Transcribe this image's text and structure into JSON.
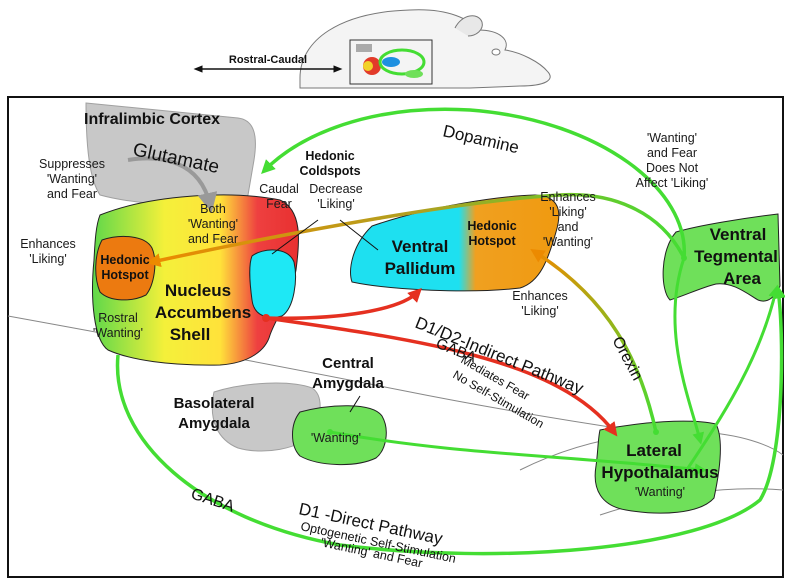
{
  "inset": {
    "axis_label": "Rostral-Caudal"
  },
  "regions": {
    "infralimbic_cortex": {
      "title": "Infralimbic Cortex",
      "transmitter": "Glutamate"
    },
    "suppresses": {
      "line1": "Suppresses",
      "line2": "'Wanting'",
      "line3": "and Fear"
    },
    "enhances_liking_left": {
      "line1": "Enhances",
      "line2": "'Liking'"
    },
    "nac_hotspot": {
      "line1": "Hedonic",
      "line2": "Hotspot"
    },
    "nac_both": {
      "line1": "Both",
      "line2": "'Wanting'",
      "line3": "and Fear"
    },
    "nac_caudal": {
      "line1": "Caudal",
      "line2": "Fear"
    },
    "nac_rostral": {
      "line1": "Rostral",
      "line2": "'Wanting'"
    },
    "nac_name": {
      "line1": "Nucleus",
      "line2": "Accumbens",
      "line3": "Shell"
    },
    "coldspots": {
      "line1": "Hedonic",
      "line2": "Coldspots"
    },
    "decrease_liking": {
      "line1": "Decrease",
      "line2": "'Liking'"
    },
    "dopamine": "Dopamine",
    "ventral_pallidum": {
      "line1": "Ventral",
      "line2": "Pallidum"
    },
    "vp_hotspot": {
      "line1": "Hedonic",
      "line2": "Hotspot"
    },
    "vp_enhances_both": {
      "line1": "Enhances",
      "line2": "'Liking'",
      "line3": "and",
      "line4": "'Wanting'"
    },
    "vp_enhances_liking": {
      "line1": "Enhances",
      "line2": "'Liking'"
    },
    "vta_note": {
      "line1": "'Wanting'",
      "line2": "and Fear",
      "line3": "Does Not",
      "line4": "Affect 'Liking'"
    },
    "vta": {
      "line1": "Ventral",
      "line2": "Tegmental",
      "line3": "Area"
    },
    "indirect_pathway": "D1/D2-Indirect Pathway",
    "gaba_indirect": "GABA",
    "orexin": "Orexin",
    "mediates_fear": {
      "line1": "Mediates Fear",
      "line2": "No Self-Stimulation"
    },
    "central_amygdala": {
      "line1": "Central",
      "line2": "Amygdala"
    },
    "basolateral_amygdala": {
      "line1": "Basolateral",
      "line2": "Amygdala"
    },
    "bla_wanting": "'Wanting'",
    "lateral_hypothalamus": {
      "line1": "Lateral",
      "line2": "Hypothalamus",
      "line3": "'Wanting'"
    },
    "gaba_direct": "GABA",
    "direct_pathway": {
      "line1": "D1 -Direct Pathway",
      "line2": "Optogenetic Self-Stimulation",
      "line3": "'Wanting' and Fear"
    }
  },
  "colors": {
    "green": "#44dd33",
    "red": "#e53020",
    "orange": "#ec8a00",
    "cyan": "#1ee0f0",
    "region_green": "#6fe05a",
    "gray": "#c8c8c8"
  }
}
